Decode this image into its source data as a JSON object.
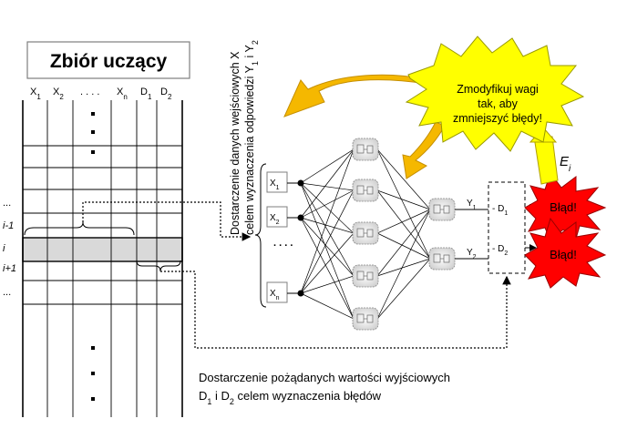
{
  "title": "Zbiór uczący",
  "table": {
    "columns": [
      {
        "base": "X",
        "sub": "1"
      },
      {
        "base": "X",
        "sub": "2"
      },
      {
        "base": ". . . .",
        "sub": ""
      },
      {
        "base": "X",
        "sub": "n"
      },
      {
        "base": "D",
        "sub": "1"
      },
      {
        "base": "D",
        "sub": "2"
      }
    ],
    "row_labels": [
      "...",
      "i-1",
      "i",
      "i+1",
      "..."
    ]
  },
  "vertical_text": {
    "line1": "Dostarczenie danych wejściowych X",
    "line2_main": "celem wyznaczenia odpowiedzi Y",
    "line2_sub1": "1",
    "line2_mid": " i Y",
    "line2_sub2": "2"
  },
  "inputs": [
    {
      "base": "X",
      "sub": "1"
    },
    {
      "base": "X",
      "sub": "2"
    },
    {
      "base": "X",
      "sub": "n"
    }
  ],
  "input_ellipsis": ". . . .",
  "outputs": [
    {
      "base": "Y",
      "sub": "1"
    },
    {
      "base": "Y",
      "sub": "2"
    }
  ],
  "compare": [
    {
      "base": "- D",
      "sub": "1"
    },
    {
      "base": "- D",
      "sub": "2"
    }
  ],
  "error_labels": [
    "Błąd!",
    "Błąd!"
  ],
  "error_symbol": {
    "base": "E",
    "sub": "i"
  },
  "callout_text": [
    "Zmodyfikuj wagi",
    "tak, aby",
    "zmniejszyć błędy!"
  ],
  "bottom_text": {
    "line1": "Dostarczenie pożądanych wartości wyjściowych",
    "line2_a": "D",
    "line2_a_sub": "1",
    "line2_b": " i D",
    "line2_b_sub": "2",
    "line2_c": " celem wyznaczenia błędów"
  },
  "colors": {
    "highlight_row": "#d9d9d9",
    "callout_fill": "#ffff00",
    "arrow_fill": "#f5b800",
    "error_fill": "#ff0000",
    "neuron_fill": "#e8e8e8"
  }
}
